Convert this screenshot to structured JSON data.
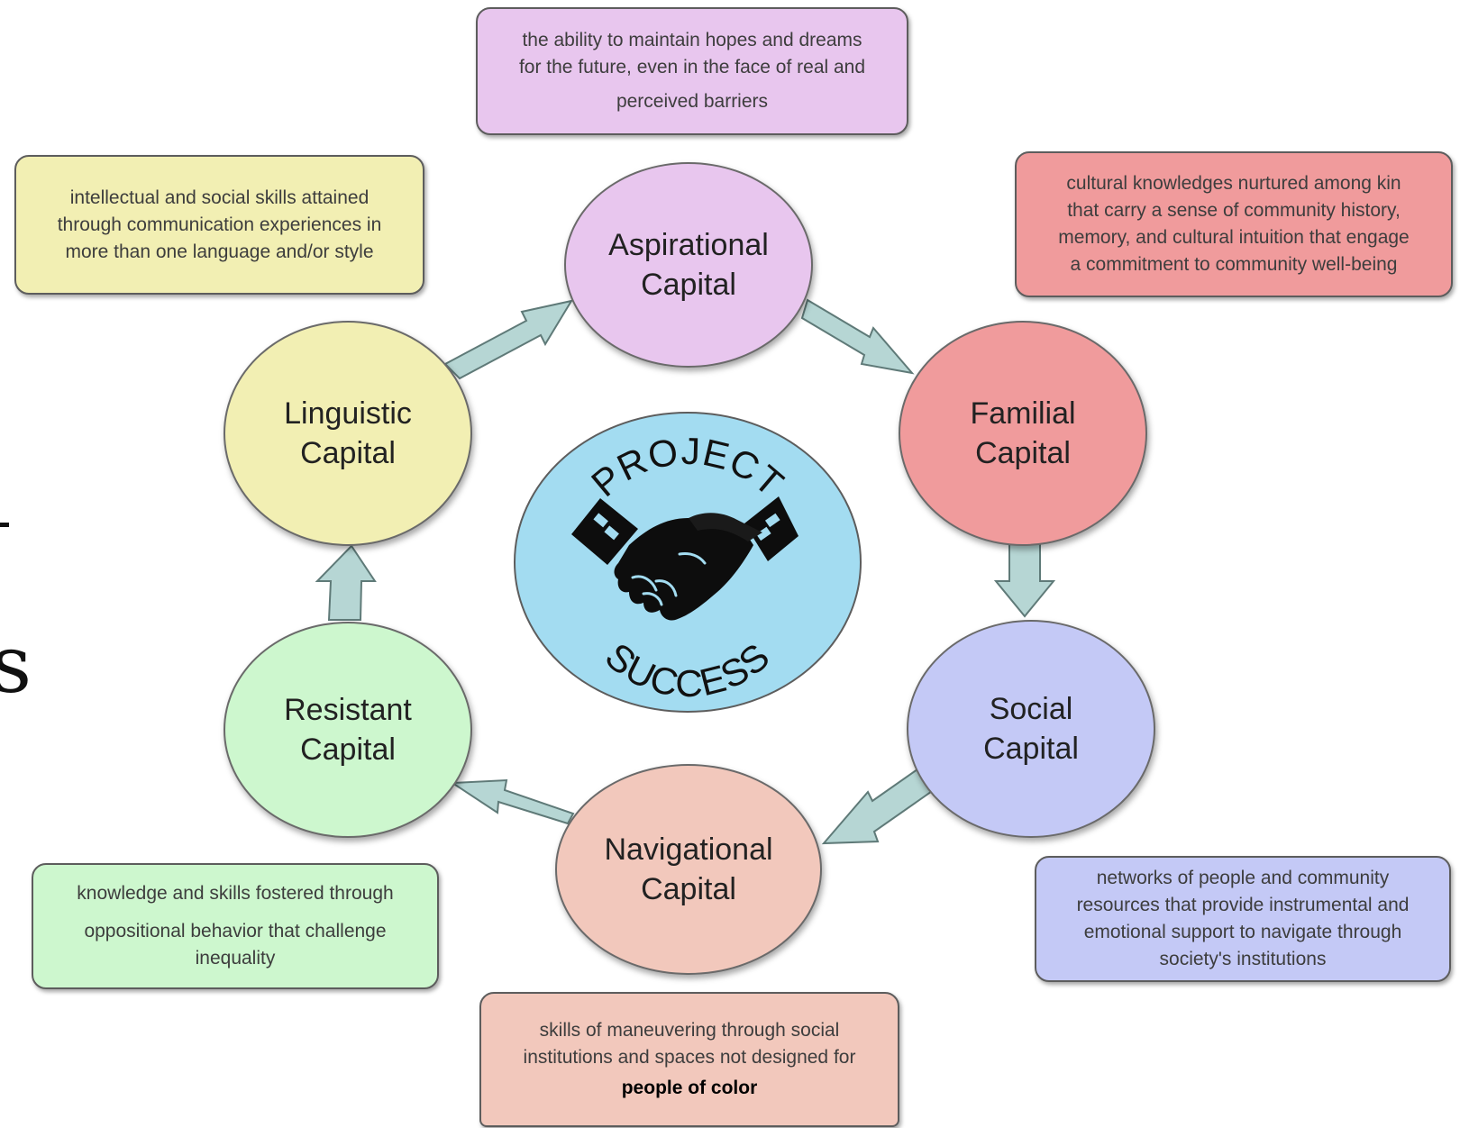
{
  "center": {
    "top_text": "PROJECT",
    "bottom_text": "SUCCESS",
    "icon": "handshake-icon"
  },
  "nodes": {
    "aspirational": {
      "line1": "Aspirational",
      "line2": "Capital",
      "color": "#e8c6ee"
    },
    "familial": {
      "line1": "Familial",
      "line2": "Capital",
      "color": "#f09b9c"
    },
    "social": {
      "line1": "Social",
      "line2": "Capital",
      "color": "#c4c9f6"
    },
    "navigational": {
      "line1": "Navigational",
      "line2": "Capital",
      "color": "#f2c8bc"
    },
    "resistant": {
      "line1": "Resistant",
      "line2": "Capital",
      "color": "#cdf7ce"
    },
    "linguistic": {
      "line1": "Linguistic",
      "line2": "Capital",
      "color": "#f2efb3"
    }
  },
  "descriptions": {
    "aspirational": [
      "the ability to maintain hopes and dreams",
      "for the future, even in the face of real and",
      "perceived barriers"
    ],
    "familial": [
      "cultural knowledges nurtured among kin",
      "that carry a sense of community history,",
      "memory, and cultural intuition that engage",
      "a commitment to community well-being"
    ],
    "social": [
      "networks of people and community",
      "resources that provide instrumental and",
      "emotional support to navigate through",
      "society's institutions"
    ],
    "navigational": [
      "skills of maneuvering through social",
      "institutions and spaces not designed for",
      "people of color"
    ],
    "resistant": [
      "knowledge and skills fostered through",
      "oppositional behavior that challenge",
      "inequality"
    ],
    "linguistic": [
      "intellectual and social skills attained",
      "through communication experiences in",
      "more than one language and/or style"
    ]
  },
  "colors": {
    "arrow_fill": "#b6d6d4",
    "arrow_stroke": "#5f7a78",
    "center_fill": "#a3dcf1",
    "outline": "#5d5d5d"
  }
}
